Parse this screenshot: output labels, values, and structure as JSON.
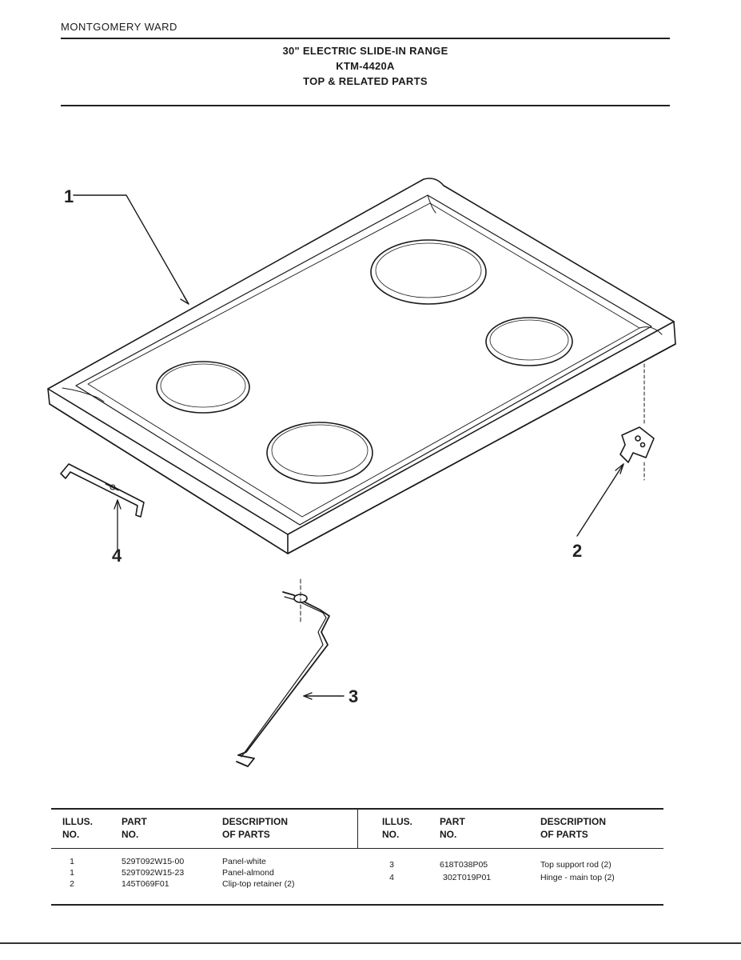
{
  "header": {
    "brand": "MONTGOMERY WARD",
    "title_line1": "30\" ELECTRIC SLIDE-IN RANGE",
    "title_line2": "KTM-4420A",
    "title_line3": "TOP & RELATED PARTS"
  },
  "diagram": {
    "callouts": [
      "1",
      "2",
      "3",
      "4"
    ]
  },
  "table": {
    "headers": {
      "illus_1": "ILLUS.",
      "illus_2": "NO.",
      "part_1": "PART",
      "part_2": "NO.",
      "desc_1": "DESCRIPTION",
      "desc_2": "OF PARTS"
    },
    "left_rows": [
      {
        "illus": "1",
        "part": "529T092W15-00",
        "desc": "Panel-white"
      },
      {
        "illus": "1",
        "part": "529T092W15-23",
        "desc": "Panel-almond"
      },
      {
        "illus": "2",
        "part": "145T069F01",
        "desc": "Clip-top retainer (2)"
      }
    ],
    "right_rows": [
      {
        "illus": "3",
        "part": "618T038P05",
        "desc": "Top support rod  (2)"
      },
      {
        "illus": "4",
        "part": "302T019P01",
        "desc": "Hinge - main top (2)"
      }
    ]
  }
}
